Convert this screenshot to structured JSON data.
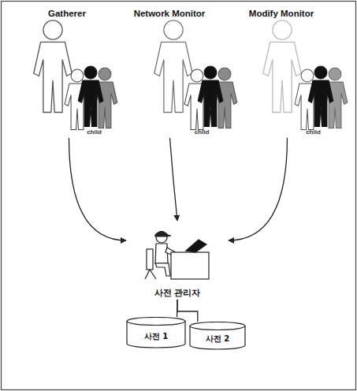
{
  "diagram": {
    "nodes": [
      {
        "text": [
          "Gatherer",
          "child"
        ]
      },
      {
        "text": [
          "Network Monitor",
          "child"
        ]
      },
      {
        "text": [
          "Modify Monitor",
          "child"
        ]
      },
      {
        "text": [
          "사전 관리자"
        ]
      },
      {
        "text": [
          "사전 1"
        ]
      },
      {
        "text": [
          "사전 2"
        ]
      }
    ],
    "edges": [
      {
        "from": 0,
        "to": 3,
        "arrow": "to"
      },
      {
        "from": 1,
        "to": 3,
        "arrow": "to"
      },
      {
        "from": 2,
        "to": 3,
        "arrow": "to"
      },
      {
        "from": 3,
        "to": 4,
        "arrow": "none"
      },
      {
        "from": 3,
        "to": 5,
        "arrow": "none"
      }
    ]
  }
}
